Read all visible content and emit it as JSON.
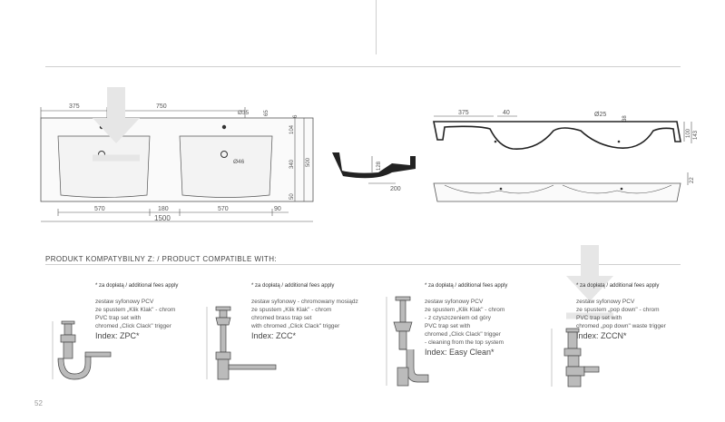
{
  "drawings": {
    "top_view": {
      "dims_top": [
        "375",
        "750"
      ],
      "dim_hole": "Ø35",
      "dim_right_top": [
        "65",
        "6"
      ],
      "dims_right": [
        "104",
        "340",
        "500",
        "50"
      ],
      "dim_drain": "Ø46",
      "dims_bottom": [
        "570",
        "180",
        "570",
        "90"
      ],
      "dim_total": "1500"
    },
    "side_section": {
      "dims": [
        "128",
        "200"
      ]
    },
    "front_section": {
      "dims_top": [
        "375",
        "40"
      ],
      "dim_hole": "Ø25",
      "dim_top_right": "38",
      "dims_right": [
        "100",
        "143"
      ]
    },
    "front_view": {
      "dim_right": "22"
    }
  },
  "section_title": "PRODUKT KOMPATYBILNY Z: / PRODUCT COMPATIBLE WITH:",
  "products": [
    {
      "fee": "* za dopłatą / additional fees apply",
      "desc": [
        "zestaw syfonowy PCV",
        "ze spustem „Klik Klak\" - chrom",
        "PVC trap set with",
        "chromed „Click Clack\" trigger"
      ],
      "index": "Index: ZPC*"
    },
    {
      "fee": "* za dopłatą / additional fees apply",
      "desc": [
        "zestaw syfonowy - chromowany mosiądz",
        "ze spustem „Klik Klak\" - chrom",
        "chromed brass trap set",
        "with chromed „Click Clack\" trigger"
      ],
      "index": "Index: ZCC*"
    },
    {
      "fee": "* za dopłatą / additional fees apply",
      "desc": [
        "zestaw syfonowy PCV",
        "ze spustem „Klik Klak\" - chrom",
        "- z czyszczeniem od góry",
        "PVC trap set with",
        "chromed „Click Clack\" trigger",
        "- cleaning from the top system"
      ],
      "index": "Index: Easy Clean*"
    },
    {
      "fee": "* za dopłatą / additional fees apply",
      "desc": [
        "zestaw syfonowy PCV",
        "ze spustem „pop down\" - chrom",
        "PVC trap set with",
        "chromed „pop down\" waste trigger"
      ],
      "index": "Index: ZCCN*"
    }
  ],
  "page_number": "52",
  "icons": {
    "watermark": "download-arrow-icon"
  },
  "colors": {
    "line": "#cfcfcf",
    "drawing": "#222222",
    "dim": "#555555"
  }
}
